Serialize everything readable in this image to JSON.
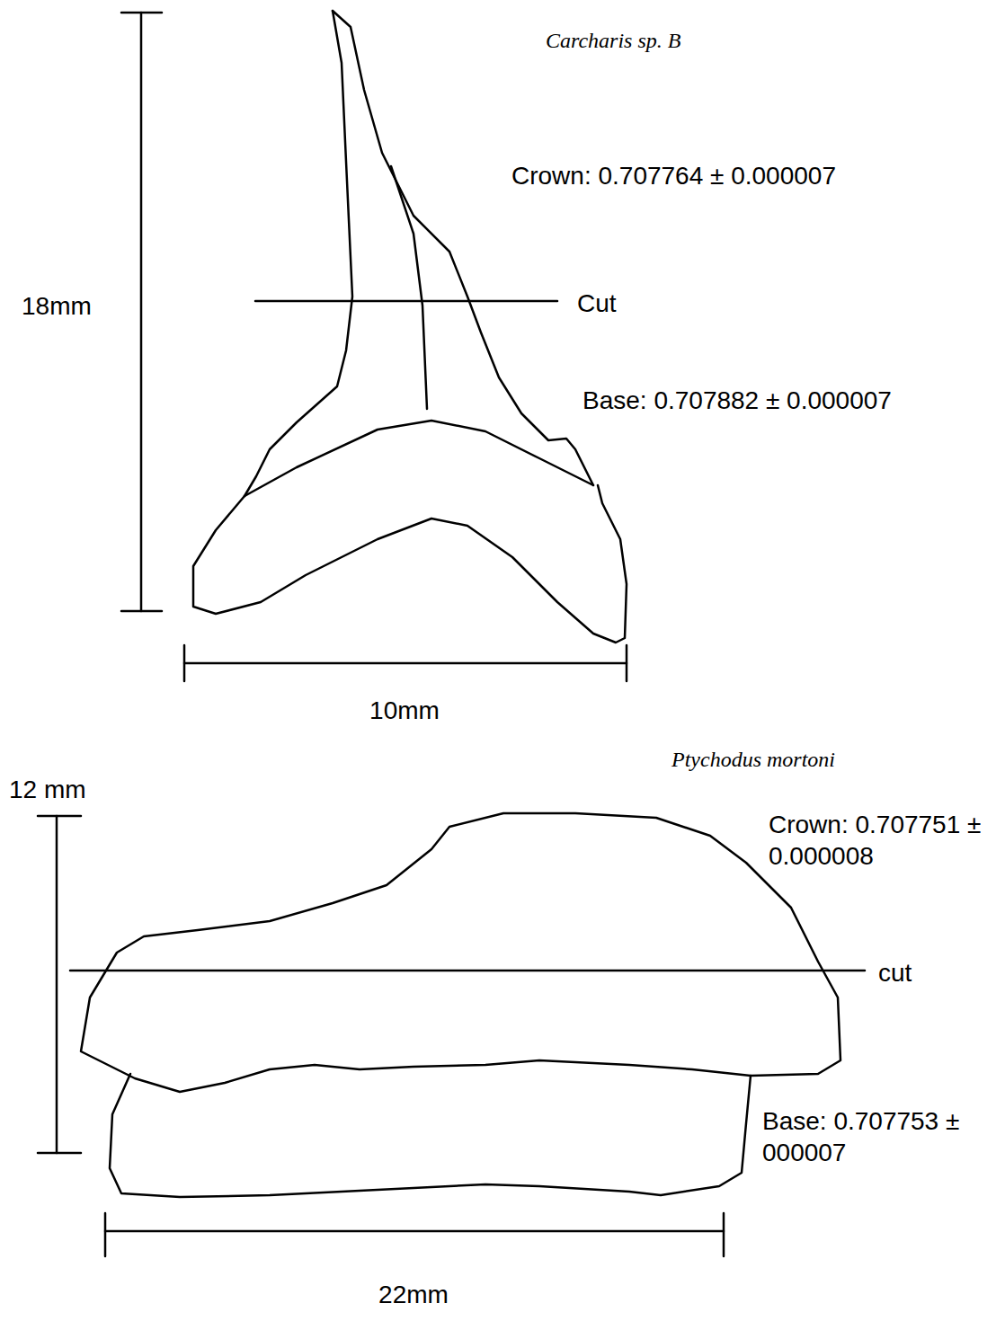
{
  "diagram": {
    "labels": [
      "18mm",
      "Carcharis sp. B",
      "Crown: 0.707764 ± 0.000007",
      "Cut",
      "Base: 0.707882 ± 0.000007",
      "10mm",
      "12 mm",
      "Ptychodus mortoni",
      "Crown: 0.707751 ± 0.000008",
      "cut",
      "Base: 0.707753 ± 000007",
      "22mm"
    ]
  }
}
